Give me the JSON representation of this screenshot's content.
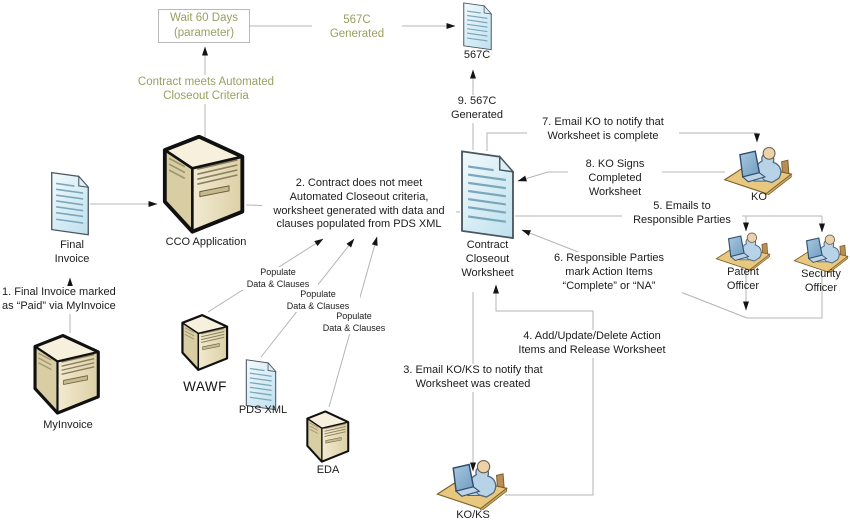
{
  "diagram": {
    "title": "Contract closeout process flow",
    "colors": {
      "olive_text": "#9aa05f",
      "connector": "#b4b4b4",
      "arrow": "#141414",
      "document_fill": "#cfe7f2",
      "server_fill": "#e9e0c2",
      "desk_fill": "#e5c27d"
    },
    "wait_box": {
      "label": "Wait 60 Days\n(parameter)"
    },
    "flow_labels": {
      "generated_567c": "567C\nGenerated",
      "contract_meets": "Contract meets Automated\nCloseout Criteria",
      "step1": "1. Final Invoice marked\nas “Paid” via MyInvoice",
      "step2": "2. Contract does not meet\nAutomated Closeout criteria,\nworksheet generated with data and\nclauses populated from PDS XML",
      "step3": "3. Email KO/KS to notify that\nWorksheet was created",
      "step4": "4. Add/Update/Delete Action\nItems and Release Worksheet",
      "step5": "5. Emails to\nResponsible Parties",
      "step6": "6. Responsible Parties\nmark Action Items\n“Complete” or “NA”",
      "step7": "7. Email KO to notify that\nWorksheet is complete",
      "step8": "8. KO Signs\nCompleted\nWorksheet",
      "step9": "9. 567C\nGenerated",
      "populate1": "Populate\nData & Clauses",
      "populate2": "Populate\nData & Clauses",
      "populate3": "Populate\nData & Clauses"
    },
    "nodes": {
      "doc_567c": "567C",
      "final_invoice": "Final\nInvoice",
      "cco": "CCO Application",
      "myinvoice": "MyInvoice",
      "wawf": "WAWF",
      "pds_xml": "PDS XML",
      "eda": "EDA",
      "worksheet": "Contract\nCloseout\nWorksheet",
      "ko": "KO",
      "patent": "Patent\nOfficer",
      "security": "Security\nOfficer",
      "koks": "KO/KS"
    }
  }
}
